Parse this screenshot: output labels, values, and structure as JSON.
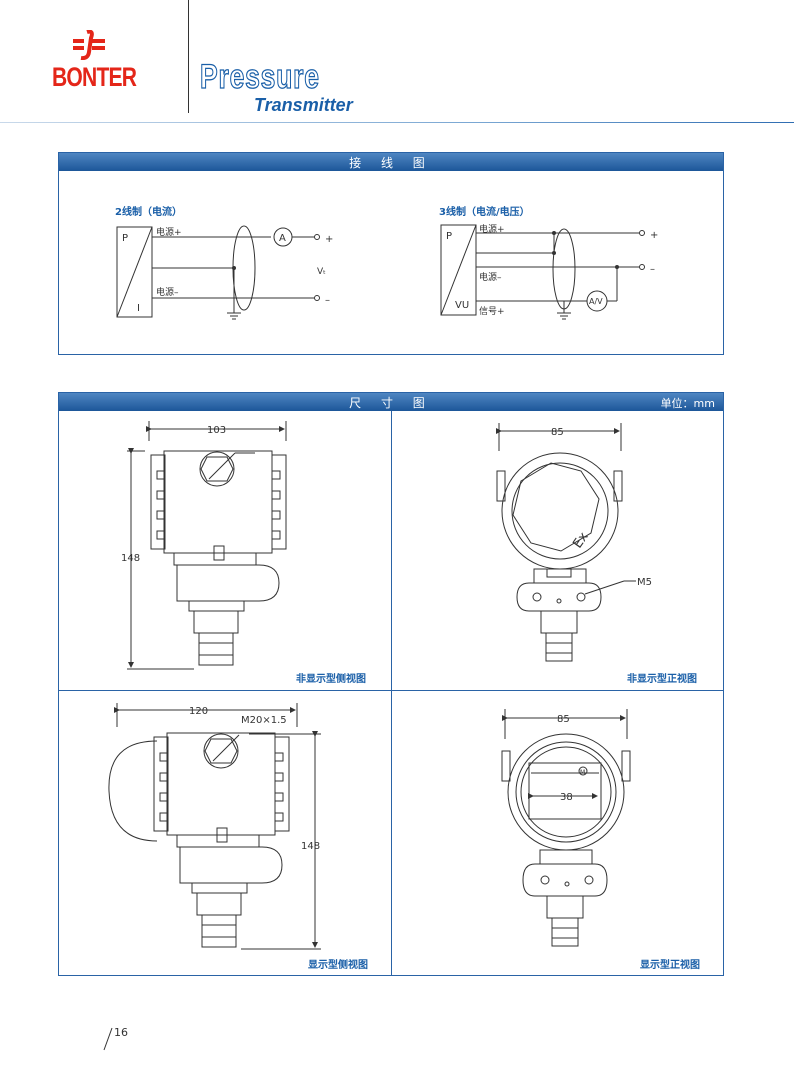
{
  "header": {
    "brand": "BONTER",
    "product_line1": "Pressure",
    "product_line2": "Transmitter"
  },
  "wiring": {
    "title": "接 线 图",
    "two_wire": {
      "title": "2线制（电流）",
      "P": "P",
      "I": "I",
      "supply_plus": "电源+",
      "supply_minus": "电源–",
      "meter": "A",
      "voltage": "Vₜ",
      "plus": "+",
      "minus": "–"
    },
    "three_wire": {
      "title": "3线制（电流/电压）",
      "P": "P",
      "VU": "VU",
      "supply_plus": "电源+",
      "supply_minus": "电源–",
      "signal_plus": "信号+",
      "meter": "A/V",
      "plus": "+",
      "minus": "–"
    }
  },
  "dimensions": {
    "title": "尺 寸 图",
    "unit": "单位：mm",
    "views": [
      {
        "caption": "非显示型侧视图",
        "width_label": "103",
        "height_label": "148"
      },
      {
        "caption": "非显示型正视图",
        "width_label": "85",
        "mark": "Ex",
        "thread_label": "M5"
      },
      {
        "caption": "显示型侧视图",
        "width_label": "120",
        "thread_label": "M20×1.5",
        "height_label": "148"
      },
      {
        "caption": "显示型正视图",
        "width_label": "85",
        "display_label": "38",
        "mark": "M"
      }
    ]
  },
  "footer": {
    "page_number": "16"
  },
  "colors": {
    "brand_red": "#e42619",
    "brand_blue": "#1a5fa8",
    "bar_blue": "#1c5699"
  }
}
